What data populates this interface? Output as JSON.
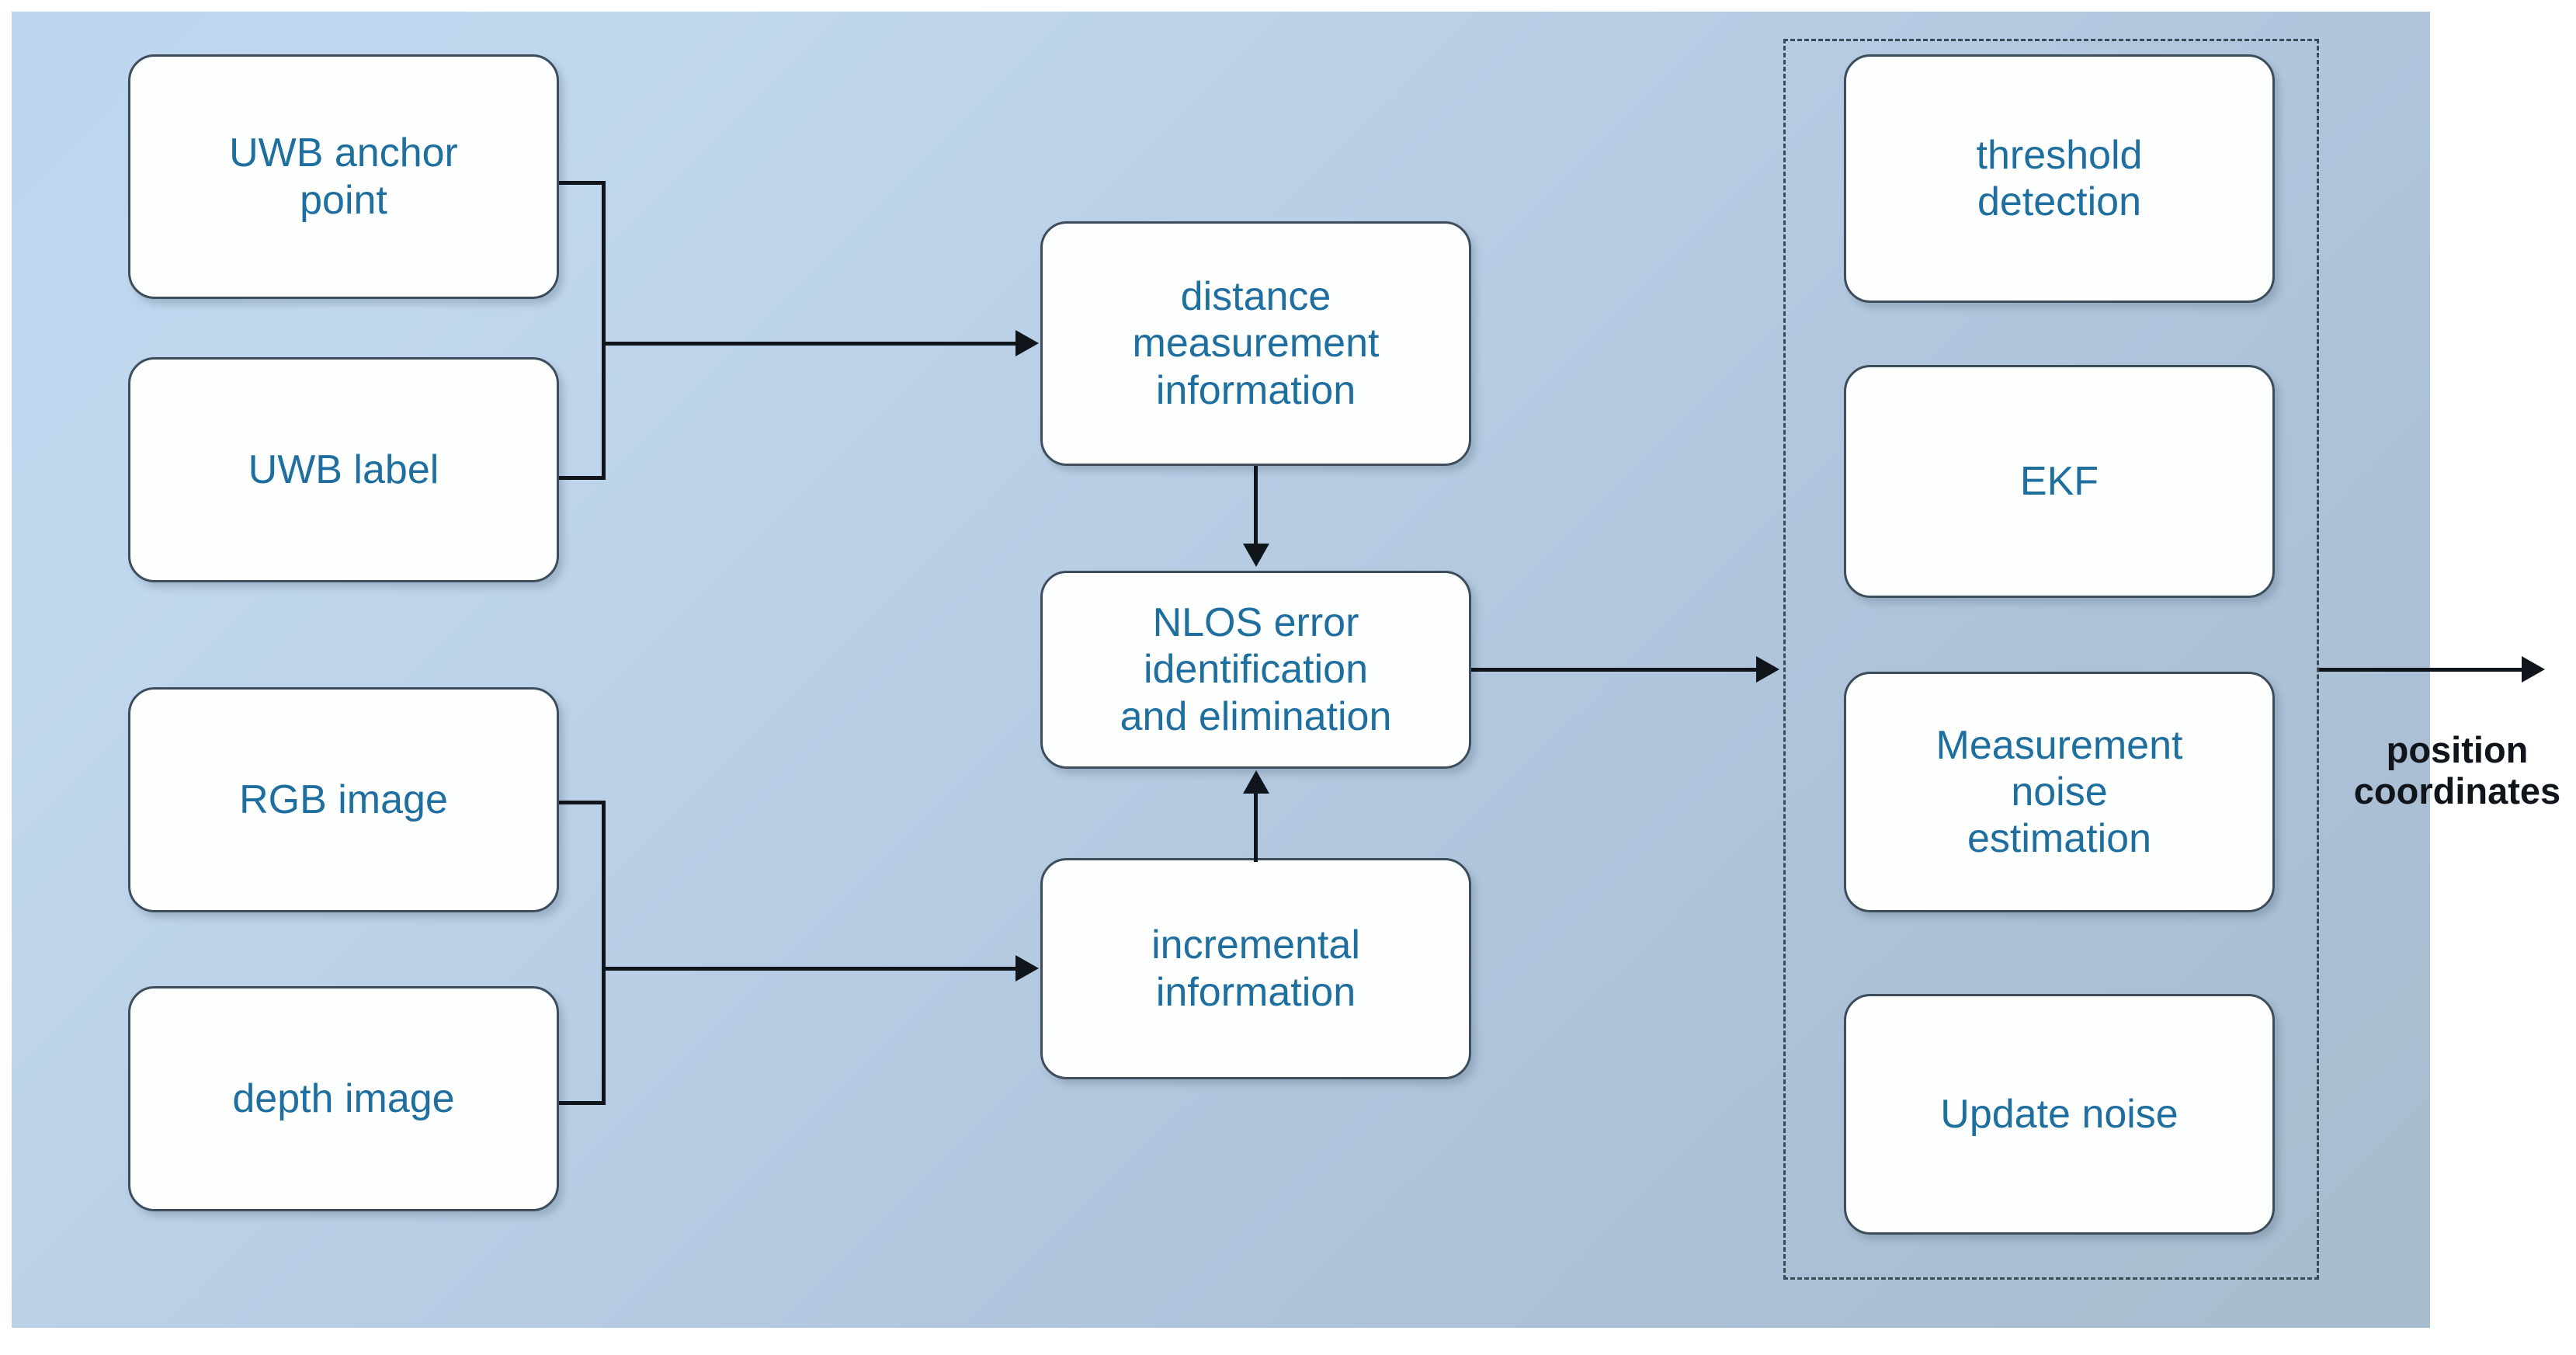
{
  "diagram": {
    "title": "UWB / vision fusion positioning system block diagram",
    "colors": {
      "node_fill": "#fdfefe",
      "node_border": "#3d4d5c",
      "node_text": "#1e6f9f",
      "connector": "#10151c",
      "backdrop_from": "#bcd6ee",
      "backdrop_to": "#a8bccf",
      "dashed_border": "#3b4a57",
      "output_text": "#10151c"
    },
    "inputs": [
      {
        "id": "uwb-anchor-point",
        "label": "UWB anchor\npoint",
        "lines": [
          "UWB anchor",
          "point"
        ]
      },
      {
        "id": "uwb-label",
        "label": "UWB label",
        "lines": [
          "UWB label"
        ]
      },
      {
        "id": "rgb-image",
        "label": "RGB image",
        "lines": [
          "RGB image"
        ]
      },
      {
        "id": "depth-image",
        "label": "depth image",
        "lines": [
          "depth image"
        ]
      }
    ],
    "processing": [
      {
        "id": "distance-measurement-information",
        "lines": [
          "distance",
          "measurement",
          "information"
        ]
      },
      {
        "id": "nlos-error-identification-and-elimination",
        "lines": [
          "NLOS error",
          "identification",
          "and elimination"
        ]
      },
      {
        "id": "incremental-information",
        "lines": [
          "incremental",
          "information"
        ]
      }
    ],
    "filter_group": {
      "name": "ekf-filter-group",
      "boxes": [
        {
          "id": "threshold-detection",
          "lines": [
            "threshold",
            "detection"
          ]
        },
        {
          "id": "ekf",
          "lines": [
            "EKF"
          ]
        },
        {
          "id": "measurement-noise-estimation",
          "lines": [
            "Measurement",
            "noise",
            "estimation"
          ]
        },
        {
          "id": "update-noise",
          "lines": [
            "Update noise"
          ]
        }
      ]
    },
    "output": {
      "id": "position-coordinates",
      "lines": [
        "position",
        "coordinates"
      ]
    },
    "edges": [
      {
        "from": "uwb-anchor-point + uwb-label",
        "to": "distance-measurement-information",
        "style": "bracket-arrow"
      },
      {
        "from": "distance-measurement-information",
        "to": "nlos-error-identification-and-elimination",
        "style": "arrow-down"
      },
      {
        "from": "rgb-image + depth-image",
        "to": "incremental-information",
        "style": "bracket-arrow"
      },
      {
        "from": "incremental-information",
        "to": "nlos-error-identification-and-elimination",
        "style": "arrow-up"
      },
      {
        "from": "nlos-error-identification-and-elimination",
        "to": "ekf-filter-group",
        "style": "arrow-right"
      },
      {
        "from": "ekf-filter-group",
        "to": "position-coordinates",
        "style": "arrow-right"
      }
    ]
  }
}
